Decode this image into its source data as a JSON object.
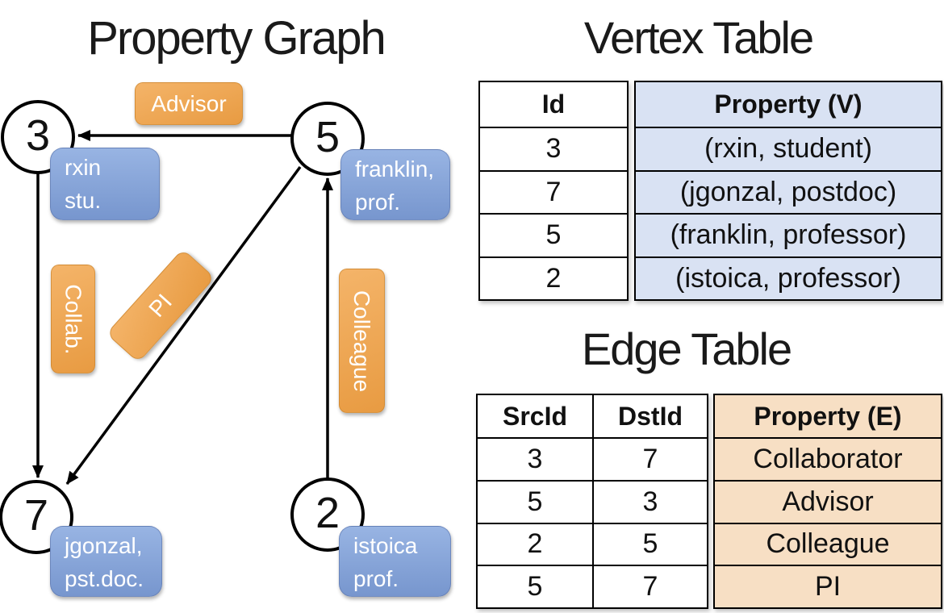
{
  "graph": {
    "title": "Property Graph",
    "nodes": {
      "n3": {
        "id": "3",
        "line1": "rxin",
        "line2": "stu."
      },
      "n5": {
        "id": "5",
        "line1": "franklin,",
        "line2": "prof."
      },
      "n7": {
        "id": "7",
        "line1": "jgonzal,",
        "line2": "pst.doc."
      },
      "n2": {
        "id": "2",
        "line1": "istoica",
        "line2": "prof."
      }
    },
    "edge_labels": {
      "advisor": "Advisor",
      "collab": "Collab.",
      "pi": "PI",
      "colleague": "Colleague"
    }
  },
  "vertex_table": {
    "title": "Vertex Table",
    "id_header": "Id",
    "prop_header": "Property (V)",
    "rows": [
      {
        "id": "3",
        "prop": "(rxin, student)"
      },
      {
        "id": "7",
        "prop": "(jgonzal, postdoc)"
      },
      {
        "id": "5",
        "prop": "(franklin, professor)"
      },
      {
        "id": "2",
        "prop": "(istoica, professor)"
      }
    ]
  },
  "edge_table": {
    "title": "Edge Table",
    "src_header": "SrcId",
    "dst_header": "DstId",
    "prop_header": "Property (E)",
    "rows": [
      {
        "src": "3",
        "dst": "7",
        "prop": "Collaborator"
      },
      {
        "src": "5",
        "dst": "3",
        "prop": "Advisor"
      },
      {
        "src": "2",
        "dst": "5",
        "prop": "Colleague"
      },
      {
        "src": "5",
        "dst": "7",
        "prop": "PI"
      }
    ]
  },
  "colors": {
    "edge_grad_top": "#F4B469",
    "edge_grad_bottom": "#E89B42",
    "vertex_grad_top": "#98B4E3",
    "vertex_grad_bottom": "#7796CE",
    "vertex_prop_fill": "#D9E2F3",
    "edge_prop_fill": "#F7DFC4",
    "line_color": "#000000"
  }
}
